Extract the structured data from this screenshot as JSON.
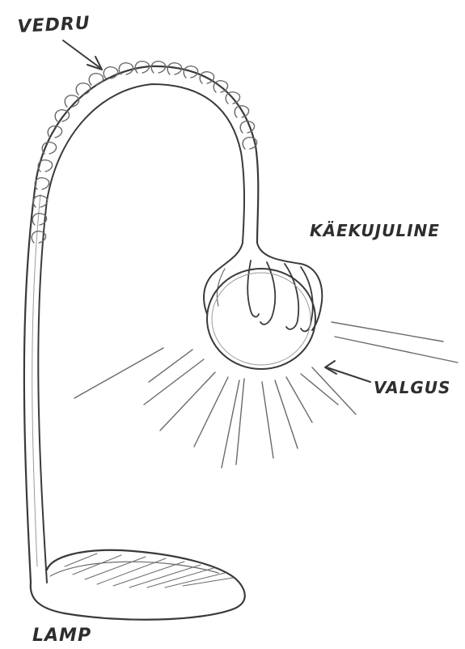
{
  "labels": {
    "spring": "VEDRU",
    "hand": "KÄEKUJULINE",
    "light": "VALGUS",
    "lamp": "LAMP"
  }
}
